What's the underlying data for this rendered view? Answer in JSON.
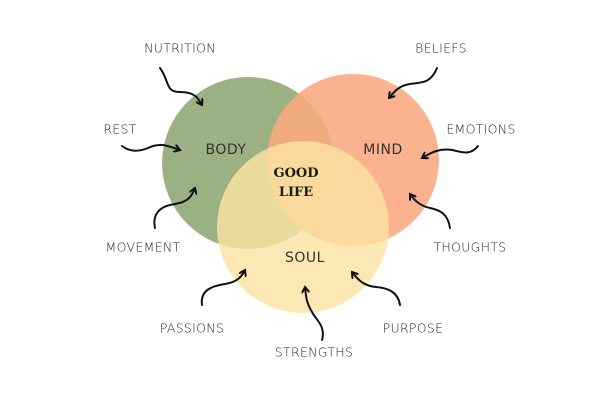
{
  "colors": {
    "body": "#97ad7c",
    "mind": "#fba87f",
    "soul": "#fbe5a9",
    "arrow": "#111111"
  },
  "circles": {
    "body": "BODY",
    "mind": "MIND",
    "soul": "SOUL"
  },
  "center": {
    "line1": "GOOD",
    "line2": "LIFE"
  },
  "inputs": {
    "nutrition": "NUTRITION",
    "rest": "REST",
    "movement": "MOVEMENT",
    "beliefs": "BELIEFS",
    "emotions": "EMOTIONS",
    "thoughts": "THOUGHTS",
    "passions": "PASSIONS",
    "strengths": "STRENGTHS",
    "purpose": "PURPOSE"
  }
}
